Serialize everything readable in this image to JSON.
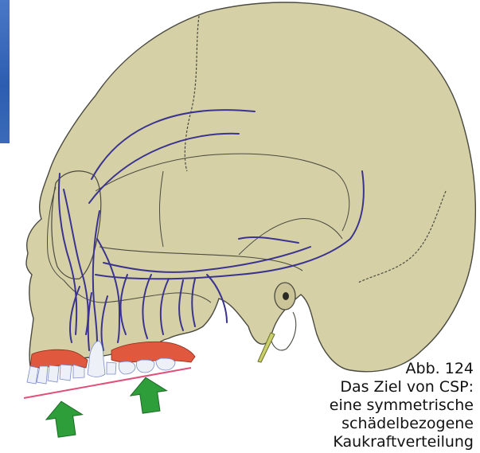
{
  "caption": {
    "figure_number": "Abb. 124",
    "line1": "Das Ziel von CSP:",
    "line2": "eine symmetrische",
    "line3": "schädelbezogene",
    "line4": "Kaukraftverteilung"
  },
  "colors": {
    "bone": "#d6d0a6",
    "bone_outline": "#4a4a40",
    "force_lines": "#3a3490",
    "gums": "#e0583e",
    "teeth": "#eef0f8",
    "occlusal_line": "#e0507a",
    "arrows": "#2e9e3a",
    "styloid": "#c9cf6a",
    "side_tab": "#3a6ab8"
  },
  "icons": {
    "arrow": "up-arrow-icon"
  }
}
